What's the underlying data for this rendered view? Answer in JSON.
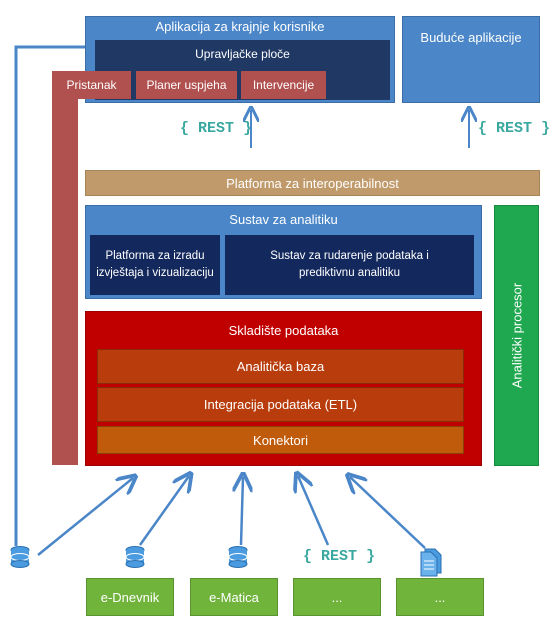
{
  "apps": {
    "title": "Aplikacija za krajnje korisnike",
    "dashboards": "Upravljačke ploče",
    "pristanak": "Pristanak",
    "planer": "Planer uspjeha",
    "intervencije": "Intervencije"
  },
  "future_apps": "Buduće aplikacije",
  "rest_label": "REST",
  "interop": "Platforma za interoperabilnost",
  "analytics": {
    "title": "Sustav za analitiku",
    "reporting": "Platforma za izradu izvještaja i vizualizaciju",
    "mining": "Sustav za rudarenje podataka i prediktivnu analitiku"
  },
  "warehouse": {
    "title": "Skladište podataka",
    "analytic_db": "Analitička baza",
    "etl": "Integracija podataka (ETL)",
    "connectors": "Konektori"
  },
  "processor": "Analitički procesor",
  "sources": [
    "e-Dnevnik",
    "e-Matica",
    "...",
    "..."
  ],
  "colors": {
    "blue_light": "#4a86c8",
    "blue_dark": "#1f3864",
    "navy": "#13285c",
    "rose": "#b0504f",
    "tan": "#c19a6b",
    "red": "#c00000",
    "orange_red": "#b83c0c",
    "orange": "#c05b0c",
    "green": "#1fa84f",
    "green_light": "#70b43c",
    "arrow": "#4a86c8",
    "rest": "#3aa8a0"
  }
}
